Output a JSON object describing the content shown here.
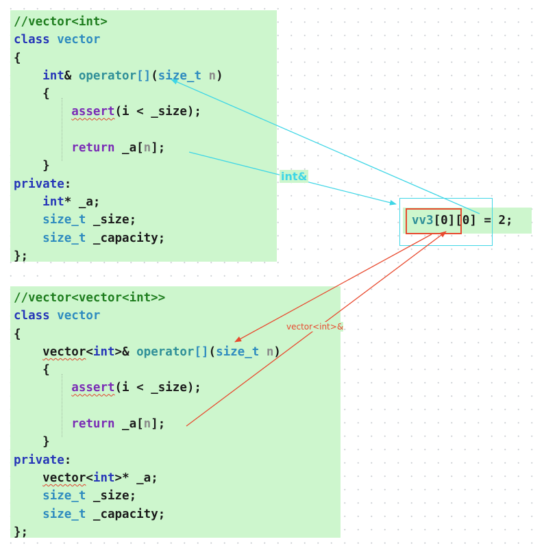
{
  "blocks": [
    {
      "lines": [
        [
          {
            "t": "//vector<int>",
            "c": "cm"
          }
        ],
        [
          {
            "t": "class",
            "c": "kw"
          },
          {
            "t": " ",
            "c": "pl"
          },
          {
            "t": "vector",
            "c": "ty"
          }
        ],
        [
          {
            "t": "{",
            "c": "pl"
          }
        ],
        [
          {
            "t": "    ",
            "c": "pl"
          },
          {
            "t": "int",
            "c": "kw"
          },
          {
            "t": "& ",
            "c": "pl"
          },
          {
            "t": "operator",
            "c": "fn"
          },
          {
            "t": "[]",
            "c": "pr"
          },
          {
            "t": "(",
            "c": "pl"
          },
          {
            "t": "size_t",
            "c": "ty"
          },
          {
            "t": " ",
            "c": "pl"
          },
          {
            "t": "n",
            "c": "pm"
          },
          {
            "t": ")",
            "c": "pl"
          }
        ],
        [
          {
            "t": "    {",
            "c": "pl"
          }
        ],
        [
          {
            "t": "        ",
            "c": "pl"
          },
          {
            "t": "assert",
            "c": "ct",
            "sq": true
          },
          {
            "t": "(i < _size);",
            "c": "pl"
          }
        ],
        [
          {
            "t": "",
            "c": "pl"
          }
        ],
        [
          {
            "t": "        ",
            "c": "pl"
          },
          {
            "t": "return",
            "c": "ct"
          },
          {
            "t": " _a[",
            "c": "pl"
          },
          {
            "t": "n",
            "c": "pm"
          },
          {
            "t": "];",
            "c": "pl"
          }
        ],
        [
          {
            "t": "    }",
            "c": "pl"
          }
        ],
        [
          {
            "t": "private",
            "c": "kw"
          },
          {
            "t": ":",
            "c": "pl"
          }
        ],
        [
          {
            "t": "    ",
            "c": "pl"
          },
          {
            "t": "int",
            "c": "kw"
          },
          {
            "t": "* _a;",
            "c": "pl"
          }
        ],
        [
          {
            "t": "    ",
            "c": "pl"
          },
          {
            "t": "size_t",
            "c": "ty"
          },
          {
            "t": " _size;",
            "c": "pl"
          }
        ],
        [
          {
            "t": "    ",
            "c": "pl"
          },
          {
            "t": "size_t",
            "c": "ty"
          },
          {
            "t": " _capacity;",
            "c": "pl"
          }
        ],
        [
          {
            "t": "};",
            "c": "pl"
          }
        ]
      ]
    },
    {
      "lines": [
        [
          {
            "t": "//vector<vector<int>>",
            "c": "cm"
          }
        ],
        [
          {
            "t": "class",
            "c": "kw"
          },
          {
            "t": " ",
            "c": "pl"
          },
          {
            "t": "vector",
            "c": "ty"
          }
        ],
        [
          {
            "t": "{",
            "c": "pl"
          }
        ],
        [
          {
            "t": "    ",
            "c": "pl"
          },
          {
            "t": "vector",
            "c": "pl",
            "sq": true
          },
          {
            "t": "<",
            "c": "pl"
          },
          {
            "t": "int",
            "c": "kw"
          },
          {
            "t": ">& ",
            "c": "pl"
          },
          {
            "t": "operator",
            "c": "fn"
          },
          {
            "t": "[]",
            "c": "pr"
          },
          {
            "t": "(",
            "c": "pl"
          },
          {
            "t": "size_t",
            "c": "ty"
          },
          {
            "t": " ",
            "c": "pl"
          },
          {
            "t": "n",
            "c": "pm"
          },
          {
            "t": ")",
            "c": "pl"
          }
        ],
        [
          {
            "t": "    {",
            "c": "pl"
          }
        ],
        [
          {
            "t": "        ",
            "c": "pl"
          },
          {
            "t": "assert",
            "c": "ct",
            "sq": true
          },
          {
            "t": "(i < _size);",
            "c": "pl"
          }
        ],
        [
          {
            "t": "",
            "c": "pl"
          }
        ],
        [
          {
            "t": "        ",
            "c": "pl"
          },
          {
            "t": "return",
            "c": "ct"
          },
          {
            "t": " _a[",
            "c": "pl"
          },
          {
            "t": "n",
            "c": "pm"
          },
          {
            "t": "];",
            "c": "pl"
          }
        ],
        [
          {
            "t": "    }",
            "c": "pl"
          }
        ],
        [
          {
            "t": "private",
            "c": "kw"
          },
          {
            "t": ":",
            "c": "pl"
          }
        ],
        [
          {
            "t": "    ",
            "c": "pl"
          },
          {
            "t": "vector",
            "c": "pl",
            "sq": true
          },
          {
            "t": "<",
            "c": "pl"
          },
          {
            "t": "int",
            "c": "kw"
          },
          {
            "t": ">* _a;",
            "c": "pl"
          }
        ],
        [
          {
            "t": "    ",
            "c": "pl"
          },
          {
            "t": "size_t",
            "c": "ty"
          },
          {
            "t": " _size;",
            "c": "pl"
          }
        ],
        [
          {
            "t": "    ",
            "c": "pl"
          },
          {
            "t": "size_t",
            "c": "ty"
          },
          {
            "t": " _capacity;",
            "c": "pl"
          }
        ],
        [
          {
            "t": "};",
            "c": "pl"
          }
        ]
      ]
    }
  ],
  "expression": {
    "name": "vv3",
    "open1": "[",
    "idx1": "0",
    "close1": "]",
    "open2": "[",
    "idx2": "0",
    "close2": "]",
    "tail": " = 2;"
  },
  "annotations": {
    "int_ref": "int&",
    "vector_ref": "vector<int>&"
  },
  "colors": {
    "code_background": "#cdf6cd",
    "cyan_arrow": "#3fd6e6",
    "red_arrow": "#e8492e",
    "comment": "#1e7d1e",
    "keyword": "#2636b8",
    "type": "#2e8bbf",
    "control": "#7a2bb5"
  }
}
